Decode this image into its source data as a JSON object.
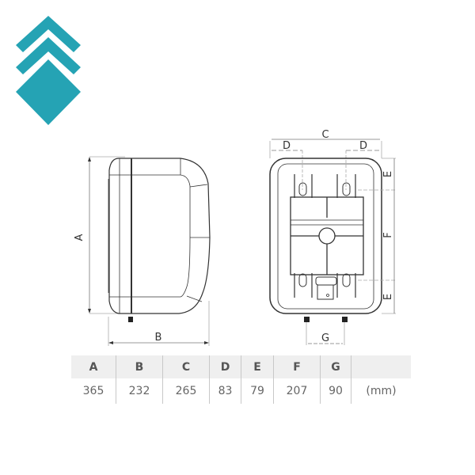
{
  "logo": {
    "icon": "stacked-diamonds-logo",
    "color": "#25a3b4"
  },
  "side_view": {
    "labels": {
      "height": "A",
      "depth": "B"
    }
  },
  "front_view": {
    "labels": {
      "width": "C",
      "bracket_offset_left": "D",
      "bracket_offset_right": "D",
      "top_margin": "E",
      "bracket_spacing": "F",
      "bottom_margin": "E",
      "pipe_spacing": "G"
    }
  },
  "dimensions_table": {
    "headers": [
      "A",
      "B",
      "C",
      "D",
      "E",
      "F",
      "G",
      ""
    ],
    "values": [
      "365",
      "232",
      "265",
      "83",
      "79",
      "207",
      "90",
      "(mm)"
    ],
    "header_bg": "#efefef",
    "border_color": "#c8c8c8"
  }
}
